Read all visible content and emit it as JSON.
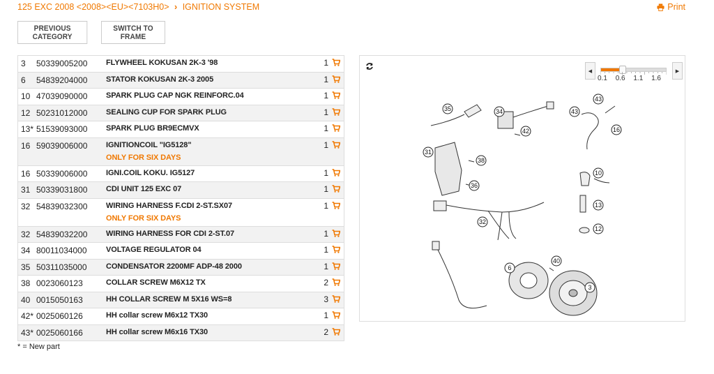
{
  "breadcrumb": {
    "model": "125 EXC 2008 <2008><EU><7103H0>",
    "section": "IGNITION SYSTEM"
  },
  "print_label": "Print",
  "buttons": {
    "previous_category": "PREVIOUS CATEGORY",
    "switch_to_frame": "SWITCH TO FRAME"
  },
  "parts": [
    {
      "pos": "3",
      "part_no": "50339005200",
      "desc": "FLYWHEEL KOKUSAN 2K-3 '98",
      "note": "",
      "qty": "1"
    },
    {
      "pos": "6",
      "part_no": "54839204000",
      "desc": "STATOR KOKUSAN 2K-3 2005",
      "note": "",
      "qty": "1"
    },
    {
      "pos": "10",
      "part_no": "47039090000",
      "desc": "SPARK PLUG CAP NGK REINFORC.04",
      "note": "",
      "qty": "1"
    },
    {
      "pos": "12",
      "part_no": "50231012000",
      "desc": "SEALING CUP FOR SPARK PLUG",
      "note": "",
      "qty": "1"
    },
    {
      "pos": "13*",
      "part_no": "51539093000",
      "desc": "SPARK PLUG BR9ECMVX",
      "note": "",
      "qty": "1"
    },
    {
      "pos": "16",
      "part_no": "59039006000",
      "desc": "IGNITIONCOIL \"IG5128\"",
      "note": "ONLY FOR SIX DAYS",
      "qty": "1"
    },
    {
      "pos": "16",
      "part_no": "50339006000",
      "desc": "IGNI.COIL KOKU. IG5127",
      "note": "",
      "qty": "1"
    },
    {
      "pos": "31",
      "part_no": "50339031800",
      "desc": "CDI UNIT 125 EXC 07",
      "note": "",
      "qty": "1"
    },
    {
      "pos": "32",
      "part_no": "54839032300",
      "desc": "WIRING HARNESS F.CDI 2-ST.SX07",
      "note": "ONLY FOR SIX DAYS",
      "qty": "1"
    },
    {
      "pos": "32",
      "part_no": "54839032200",
      "desc": "WIRING HARNESS FOR CDI 2-ST.07",
      "note": "",
      "qty": "1"
    },
    {
      "pos": "34",
      "part_no": "80011034000",
      "desc": "VOLTAGE REGULATOR 04",
      "note": "",
      "qty": "1"
    },
    {
      "pos": "35",
      "part_no": "50311035000",
      "desc": "CONDENSATOR 2200MF ADP-48 2000",
      "note": "",
      "qty": "1"
    },
    {
      "pos": "38",
      "part_no": "0023060123",
      "desc": "COLLAR SCREW M6X12 TX",
      "note": "",
      "qty": "2"
    },
    {
      "pos": "40",
      "part_no": "0015050163",
      "desc": "HH COLLAR SCREW M 5X16 WS=8",
      "note": "",
      "qty": "3"
    },
    {
      "pos": "42*",
      "part_no": "0025060126",
      "desc": "HH collar screw M6x12 TX30",
      "note": "",
      "qty": "1"
    },
    {
      "pos": "43*",
      "part_no": "0025060166",
      "desc": "HH collar screw M6x16 TX30",
      "note": "",
      "qty": "2"
    }
  ],
  "footnote": "* = New part",
  "zoom": {
    "labels": [
      "0.1",
      "0.6",
      "1.1",
      "1.6"
    ],
    "value": 0.6
  },
  "diagram": {
    "callouts": [
      "35",
      "34",
      "42",
      "43",
      "43",
      "16",
      "31",
      "38",
      "36",
      "10",
      "13",
      "12",
      "32",
      "6",
      "40",
      "3"
    ]
  },
  "colors": {
    "accent": "#f07800",
    "border": "#dddddd",
    "row_alt": "#f2f2f2"
  },
  "icons": {
    "breadcrumb_separator": "chevron-right-icon",
    "print": "printer-icon",
    "cart": "cart-icon",
    "refresh": "refresh-icon"
  }
}
